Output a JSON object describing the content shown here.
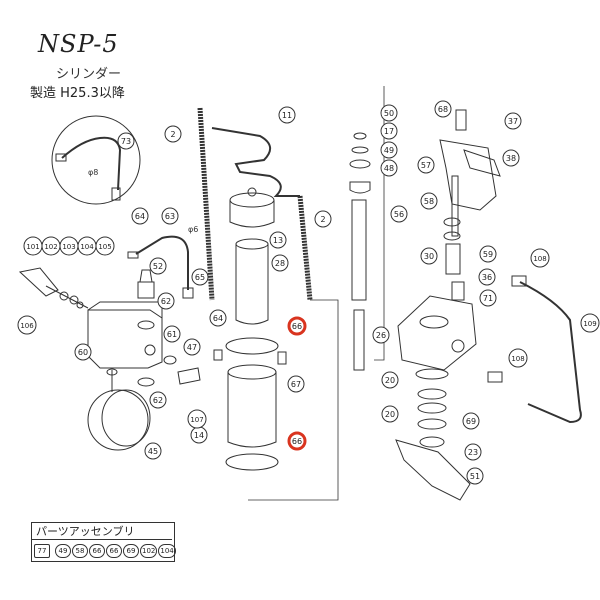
{
  "header": {
    "model": "NSP-5",
    "subtitle": "シリンダー",
    "manufactured": "製造 H25.3以降"
  },
  "assembly_kit": {
    "title": "パーツアッセンブリ",
    "kit_number": "77",
    "parts": [
      "49",
      "58",
      "66",
      "66",
      "69",
      "102",
      "104"
    ]
  },
  "callouts": {
    "c2a": "2",
    "c2b": "2",
    "c11": "11",
    "c13": "13",
    "c28": "28",
    "c66a": "66",
    "c66b": "66",
    "c67": "67",
    "c14": "14",
    "c50": "50",
    "c17": "17",
    "c49": "49",
    "c48": "48",
    "c56": "56",
    "c26": "26",
    "c68": "68",
    "c37": "37",
    "c38": "38",
    "c57": "57",
    "c58": "58",
    "c30": "30",
    "c59": "59",
    "c36": "36",
    "c71": "71",
    "c20a": "20",
    "c20b": "20",
    "c69": "69",
    "c23": "23",
    "c51": "51",
    "c108a": "108",
    "c108b": "108",
    "c109": "109",
    "c73": "73",
    "c64a": "64",
    "c64b": "64",
    "c63": "63",
    "c65": "65",
    "c52": "52",
    "c62a": "62",
    "c62b": "62",
    "c61": "61",
    "c47": "47",
    "c107": "107",
    "c60": "60",
    "c45": "45",
    "c106": "106",
    "c101": "101",
    "c102": "102",
    "c103": "103",
    "c104": "104",
    "c105": "105"
  },
  "annotations": {
    "phi8": "φ8",
    "phi6": "φ6"
  },
  "colors": {
    "line": "#333333",
    "highlight": "#d9341f",
    "bg": "#ffffff"
  }
}
